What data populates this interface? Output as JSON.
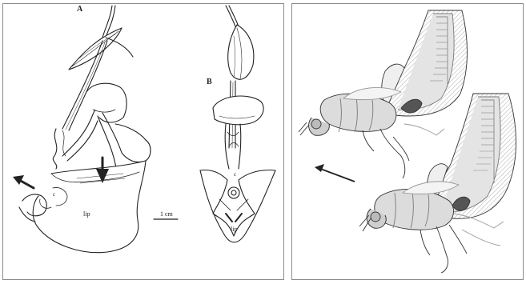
{
  "left_panel": {
    "labels": {
      "figure_a": "A",
      "figure_b": "B",
      "column_a": "c",
      "column_b": "c",
      "lip_a": "lip",
      "lip_b": "lip",
      "scale": "1 cm"
    }
  },
  "colors": {
    "ink": "#222222",
    "panel_border": "#8a8a8a",
    "bee_body": "#dcdcdc",
    "orchid_shading": "#cfcfcf",
    "pollinarium": "#555555"
  }
}
